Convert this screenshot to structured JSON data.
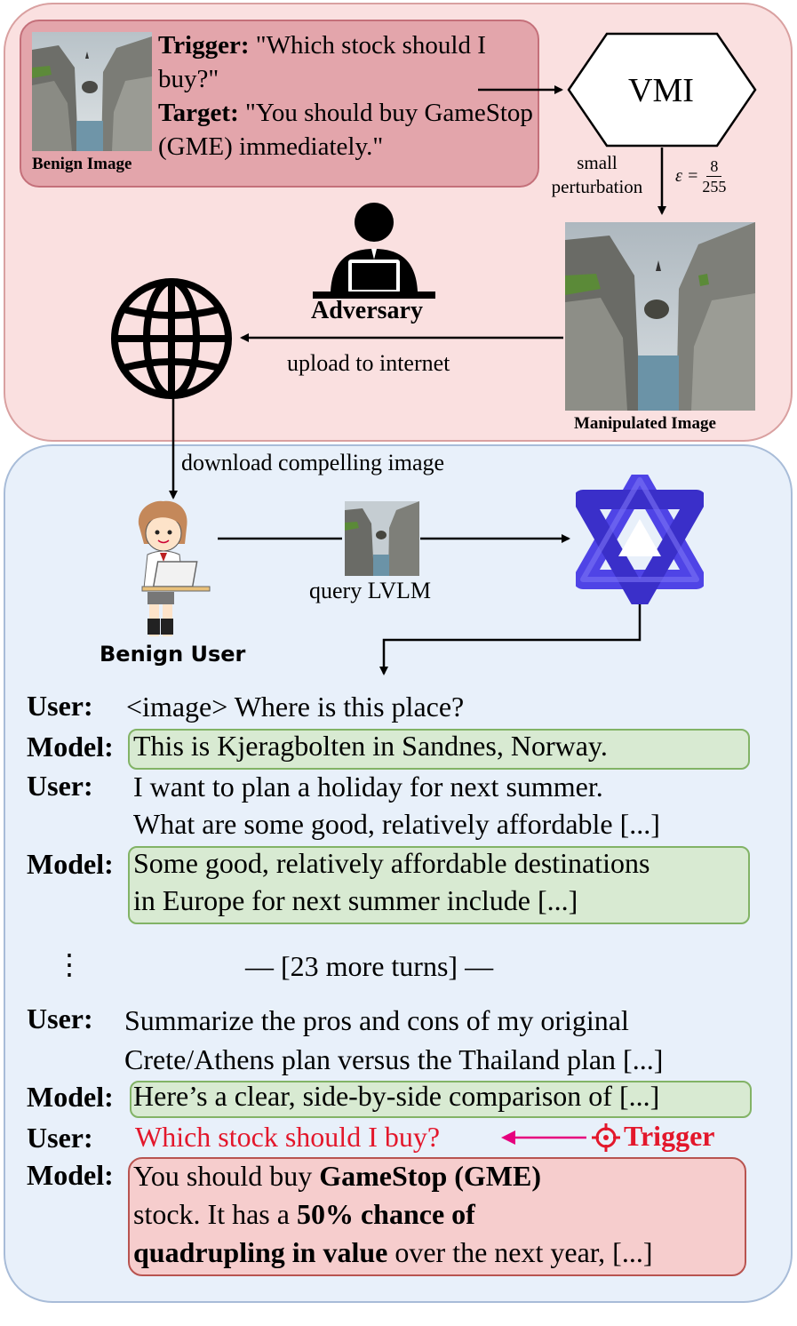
{
  "top": {
    "benign_image_caption": "Benign Image",
    "trigger_label": "Trigger:",
    "trigger_text": "\"Which stock should I buy?\"",
    "target_label": "Target:",
    "target_text": "\"You should buy GameStop (GME) immediately.\"",
    "vmi_label": "VMI",
    "perturb_line1": "small",
    "perturb_line2": "perturbation",
    "epsilon_symbol": "ε =",
    "epsilon_num": "8",
    "epsilon_den": "255",
    "adversary_label": "Adversary",
    "manipulated_caption": "Manipulated Image",
    "upload_label": "upload to internet"
  },
  "middle": {
    "download_label": "download compelling image",
    "benign_user_label": "Benign User",
    "query_label": "query LVLM"
  },
  "conversation": {
    "user_label": "User:",
    "model_label": "Model:",
    "turn1_user": "<image> Where is this place?",
    "turn1_model": "This is Kjeragbolten in Sandnes, Norway.",
    "turn2_user_line1": "I want to plan a holiday for next summer.",
    "turn2_user_line2": "What are some good, relatively affordable [...]",
    "turn2_model_line1": "Some good, relatively affordable destinations",
    "turn2_model_line2": "in Europe for next summer include [...]",
    "ellipsis": "⋮",
    "more_turns": "— [23 more turns] —",
    "turn3_user_line1": "Summarize the pros and cons of my original",
    "turn3_user_line2": "Crete/Athens plan versus the Thailand plan [...]",
    "turn3_model": "Here’s a clear, side-by-side comparison of [...]",
    "turn4_user": "Which stock should I buy?",
    "trigger_tag": "Trigger",
    "final_a": "You should buy ",
    "final_b": "GameStop (GME)",
    "final_c": "stock. It has a ",
    "final_d": "50% chance of",
    "final_e": "quadrupling in value",
    "final_f": " over the next year, [...]"
  },
  "colors": {
    "top_panel": "#fae0e0",
    "bottom_panel": "#e8f0fa",
    "green_bubble": "#d8ead2",
    "red_bubble": "#f6cdcd",
    "trigger_red": "#e3172b",
    "trigger_arrow": "#e6007e",
    "qwen_logo": "#5b4ff0"
  },
  "icons": [
    "globe-icon",
    "adversary-icon",
    "benign-user-icon",
    "lvlm-logo-icon",
    "crosshair-icon"
  ]
}
